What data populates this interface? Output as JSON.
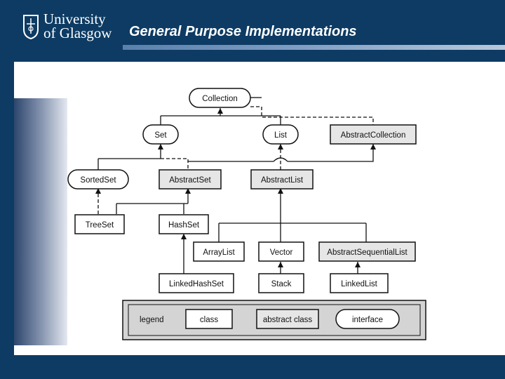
{
  "header": {
    "logo_line1": "University",
    "logo_line2": "of Glasgow",
    "title": "General Purpose Implementations"
  },
  "colors": {
    "background": "#0d3b63",
    "abstract_fill": "#e6e6e6",
    "class_fill": "#ffffff",
    "stroke": "#111111"
  },
  "diagram": {
    "nodes": {
      "collection": "Collection",
      "set": "Set",
      "list": "List",
      "abstract_collection": "AbstractCollection",
      "sorted_set": "SortedSet",
      "abstract_set": "AbstractSet",
      "abstract_list": "AbstractList",
      "tree_set": "TreeSet",
      "hash_set": "HashSet",
      "array_list": "ArrayList",
      "vector": "Vector",
      "abstract_sequential_list": "AbstractSequentialList",
      "linked_hash_set": "LinkedHashSet",
      "stack": "Stack",
      "linked_list": "LinkedList"
    },
    "legend": {
      "label": "legend",
      "class": "class",
      "abstract_class": "abstract class",
      "interface": "interface"
    }
  }
}
